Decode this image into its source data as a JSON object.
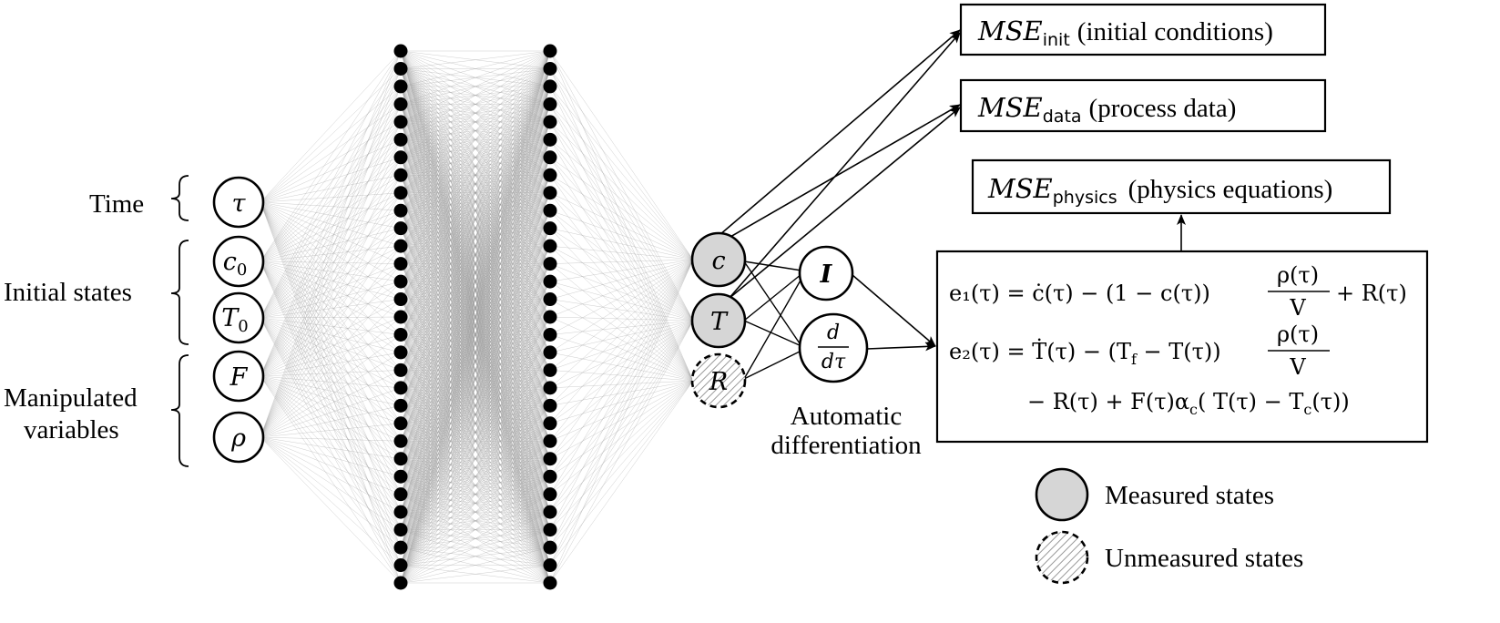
{
  "input_groups": {
    "time": "Time",
    "initial_states": "Initial states",
    "manipulated_line1": "Manipulated",
    "manipulated_line2": "variables"
  },
  "input_nodes": [
    "τ",
    "c",
    "T",
    "F",
    "ρ"
  ],
  "input_subscripts": [
    "",
    "0",
    "0",
    "",
    ""
  ],
  "output_nodes": [
    "c",
    "T",
    "R"
  ],
  "operators": {
    "identity": "I",
    "deriv_num": "d",
    "deriv_den": "dτ"
  },
  "auto_diff_line1": "Automatic",
  "auto_diff_line2": "differentiation",
  "mse": {
    "init_base": "MSE",
    "init_sub": "init",
    "init_desc": "(initial conditions)",
    "data_base": "MSE",
    "data_sub": "data",
    "data_desc": "(process data)",
    "physics_base": "MSE",
    "physics_sub": "physics",
    "physics_desc": "(physics equations)"
  },
  "equations": {
    "e1_lhs": "e₁(τ) = ċ(τ) − (1 − c(τ))",
    "e1_frac_num": "ρ(τ)",
    "e1_frac_den": "V",
    "e1_tail": "+ R(τ)",
    "e2_lhs": "e₂(τ) = Ṫ(τ) − (T",
    "e2_sub": "f",
    "e2_mid": " − T(τ))",
    "e2_frac_num": "ρ(τ)",
    "e2_frac_den": "V",
    "e2_line2": "− R(τ) + F(τ)α",
    "e2_line2_sub": "c",
    "e2_line2_tail": "( T(τ) − T",
    "e2_line2_sub2": "c",
    "e2_line2_end": "(τ))"
  },
  "legend": {
    "measured": "Measured states",
    "unmeasured": "Unmeasured states"
  },
  "hidden_layers": {
    "layer_count": 2,
    "neurons_per_layer": 31
  }
}
